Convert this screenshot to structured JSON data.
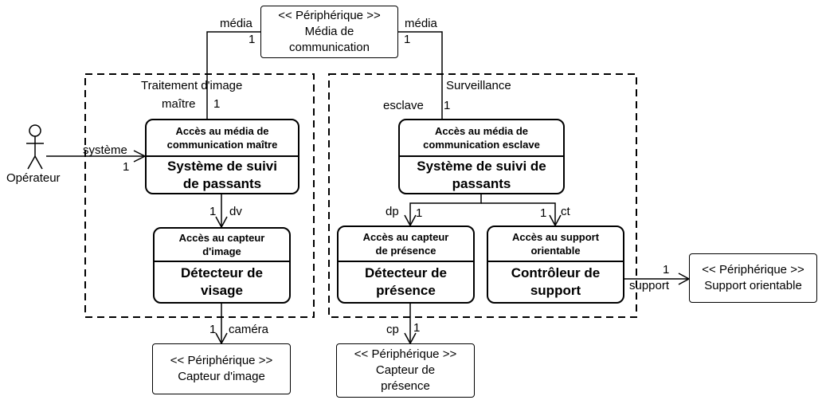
{
  "groups": {
    "image": "Traitement d'image",
    "surveillance": "Surveillance"
  },
  "devices": {
    "media": "<< Périphérique >>\nMédia de\ncommunication",
    "support": "<< Périphérique >>\nSupport orientable",
    "camera": "<< Périphérique >>\nCapteur d'image",
    "presence": "<< Périphérique >>\nCapteur de\nprésence"
  },
  "components": {
    "master": {
      "header": "Accès au média de\ncommunication maître",
      "body": "Système de suivi\nde passants"
    },
    "slave": {
      "header": "Accès au média de\ncommunication esclave",
      "body": "Système de suivi de\npassants"
    },
    "face": {
      "header": "Accès au capteur\nd'image",
      "body": "Détecteur de\nvisage"
    },
    "presence": {
      "header": "Accès au capteur\nde présence",
      "body": "Détecteur de\nprésence"
    },
    "controller": {
      "header": "Accès au support\norientable",
      "body": "Contrôleur de\nsupport"
    }
  },
  "actor": {
    "label": "Opérateur"
  },
  "roles": {
    "media_left": "média",
    "media_left_mult": "1",
    "media_right": "média",
    "media_right_mult": "1",
    "maitre": "maître",
    "maitre_mult": "1",
    "esclave": "esclave",
    "esclave_mult": "1",
    "systeme": "système",
    "systeme_mult": "1",
    "dv_mult": "1",
    "dv": "dv",
    "dp": "dp",
    "dp_mult": "1",
    "ct_mult": "1",
    "ct": "ct",
    "camera_mult": "1",
    "camera": "caméra",
    "cp": "cp",
    "cp_mult": "1",
    "support_mult": "1",
    "support": "support"
  }
}
